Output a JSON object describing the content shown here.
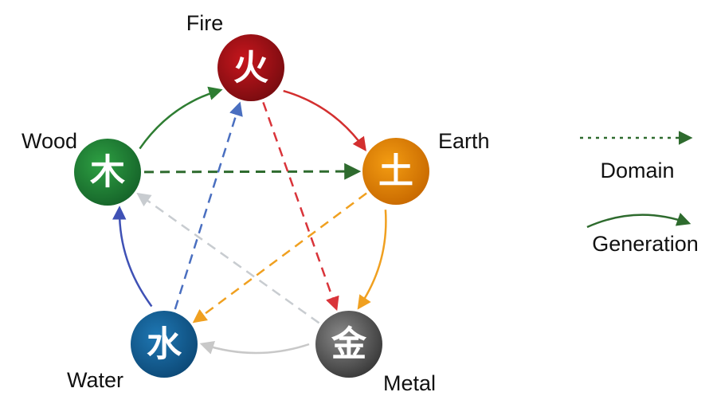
{
  "elements": [
    {
      "id": "fire",
      "label": "Fire",
      "glyph": "火",
      "color": "#c8161d",
      "dark": "#7a0c10"
    },
    {
      "id": "earth",
      "label": "Earth",
      "glyph": "土",
      "color": "#f39c12",
      "dark": "#c96a00"
    },
    {
      "id": "metal",
      "label": "Metal",
      "glyph": "金",
      "color": "#8a8a8a",
      "dark": "#3a3a3a"
    },
    {
      "id": "water",
      "label": "Water",
      "glyph": "水",
      "color": "#1f78b4",
      "dark": "#0d4a78"
    },
    {
      "id": "wood",
      "label": "Wood",
      "glyph": "木",
      "color": "#2ea043",
      "dark": "#16652a"
    }
  ],
  "generation": [
    {
      "from": "wood",
      "to": "fire",
      "color": "#2e7d32"
    },
    {
      "from": "fire",
      "to": "earth",
      "color": "#d32f2f"
    },
    {
      "from": "earth",
      "to": "metal",
      "color": "#f0a020"
    },
    {
      "from": "metal",
      "to": "water",
      "color": "#c8c8c8"
    },
    {
      "from": "water",
      "to": "wood",
      "color": "#3f51b5"
    }
  ],
  "domain": [
    {
      "from": "wood",
      "to": "earth",
      "color": "#2e6b2e"
    },
    {
      "from": "fire",
      "to": "metal",
      "color": "#d9343a"
    },
    {
      "from": "earth",
      "to": "water",
      "color": "#f0a020"
    },
    {
      "from": "metal",
      "to": "wood",
      "color": "#c8ccd0"
    },
    {
      "from": "water",
      "to": "fire",
      "color": "#4a6fc0"
    }
  ],
  "legend": {
    "domain_label": "Domain",
    "generation_label": "Generation",
    "color": "#2e6b2e"
  }
}
